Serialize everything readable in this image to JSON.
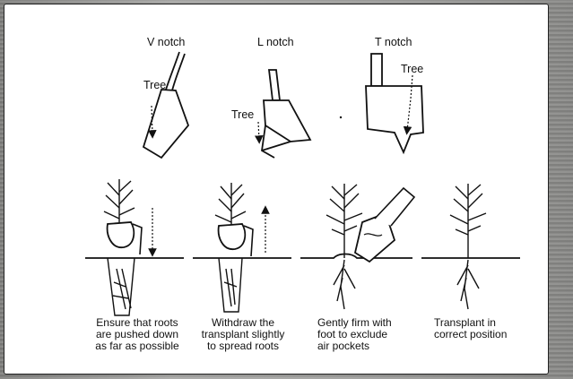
{
  "notches": {
    "v_notch": "V notch",
    "l_notch": "L notch",
    "t_notch": "T notch",
    "tree_label": "Tree"
  },
  "steps": [
    {
      "lines": [
        "Ensure that roots",
        "are pushed down",
        "as far as possible"
      ]
    },
    {
      "lines": [
        "Withdraw the",
        "transplant slightly",
        "to spread roots"
      ]
    },
    {
      "lines": [
        "Gently firm with",
        "foot to exclude",
        "air pockets"
      ]
    },
    {
      "lines": [
        "Transplant in",
        "correct position"
      ]
    }
  ]
}
